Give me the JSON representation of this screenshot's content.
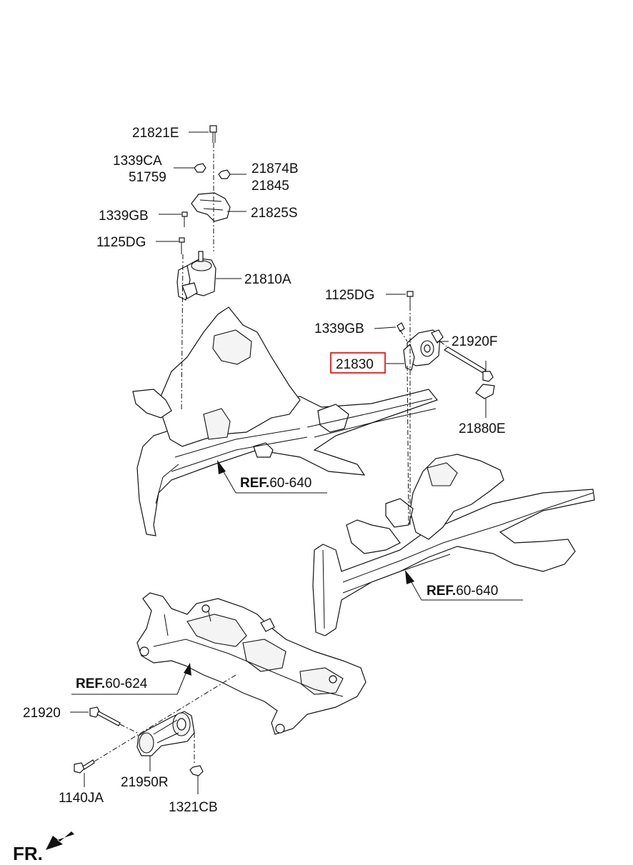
{
  "labels": {
    "l21821e": "21821E",
    "l1339ca": "1339CA",
    "l51759": "51759",
    "l21874b": "21874B",
    "l21845": "21845",
    "l1339gb_a": "1339GB",
    "l21825s": "21825S",
    "l1125dg_a": "1125DG",
    "l21810a": "21810A",
    "l1125dg_b": "1125DG",
    "l1339gb_b": "1339GB",
    "l21920f": "21920F",
    "l21830": "21830",
    "l21880e": "21880E",
    "l21920": "21920",
    "l1140ja": "1140JA",
    "l21950r": "21950R",
    "l1321cb": "1321CB"
  },
  "references": {
    "ref1": {
      "bold": "REF.",
      "code": "60-640"
    },
    "ref2": {
      "bold": "REF.",
      "code": "60-640"
    },
    "ref3": {
      "bold": "REF.",
      "code": "60-624"
    }
  },
  "orientation_label": "FR.",
  "highlighted_part": "21830",
  "colors": {
    "highlight": "#e00000",
    "ink": "#111111",
    "background": "#ffffff"
  }
}
